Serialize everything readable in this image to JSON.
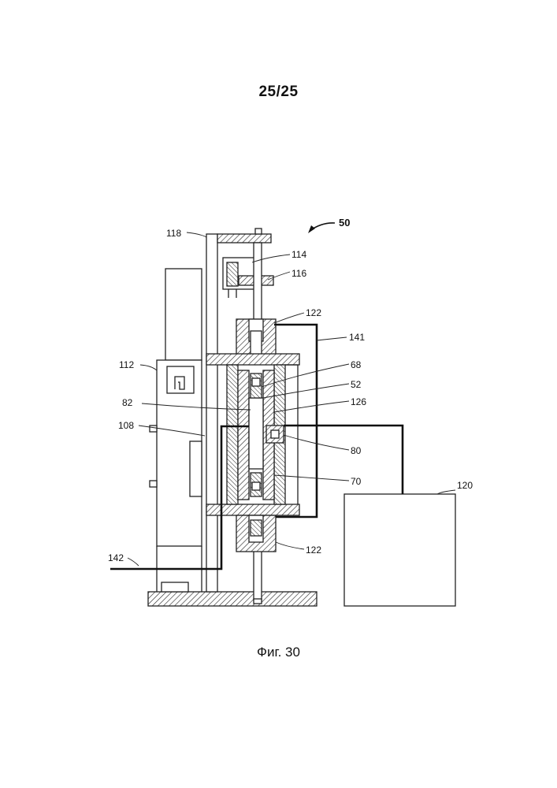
{
  "page_number": "25/25",
  "caption": "Фиг. 30",
  "labels": {
    "l50": "50",
    "l118": "118",
    "l114": "114",
    "l116": "116",
    "l122_top": "122",
    "l141": "141",
    "l112": "112",
    "l68": "68",
    "l52": "52",
    "l82": "82",
    "l126": "126",
    "l108": "108",
    "l80": "80",
    "l70": "70",
    "l120": "120",
    "l122_bot": "122",
    "l142": "142"
  }
}
